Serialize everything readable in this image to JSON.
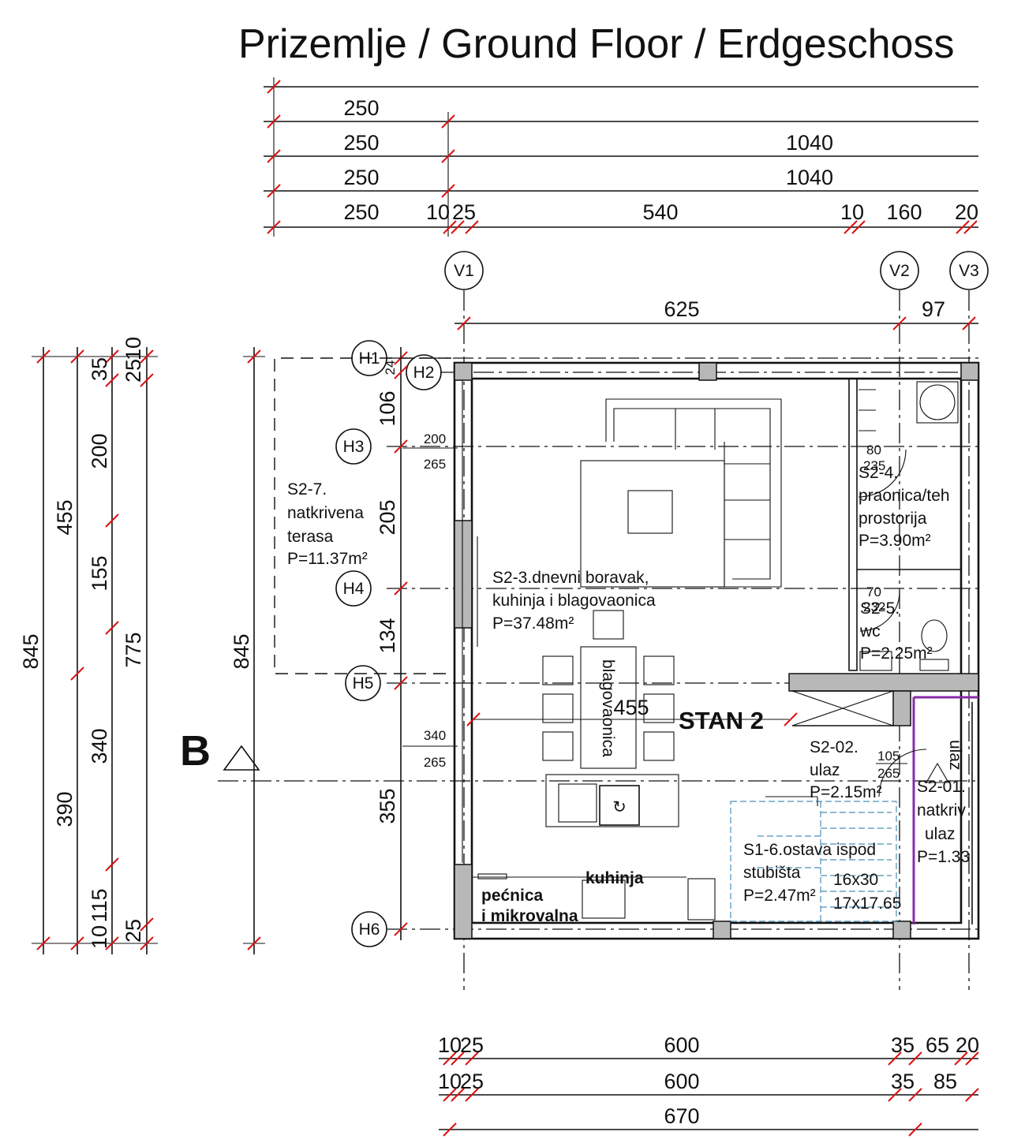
{
  "title": "Prizemlje / Ground Floor / Erdgeschoss",
  "top_dimensions": {
    "row1": [
      "250"
    ],
    "row2": [
      "250",
      "1040"
    ],
    "row3": [
      "250",
      "1040"
    ],
    "row4": [
      "250",
      "10",
      "25",
      "540",
      "10",
      "160",
      "20"
    ]
  },
  "axes": {
    "vertical": [
      "V1",
      "V2",
      "V3"
    ],
    "horizontal": [
      "H1",
      "H2",
      "H3",
      "H4",
      "H5",
      "H6"
    ],
    "v_dims": [
      "625",
      "97"
    ]
  },
  "left_dimensions": {
    "outer": [
      "845"
    ],
    "col2": [
      "455",
      "390"
    ],
    "col3": [
      "35",
      "200",
      "155",
      "340",
      "115",
      "10"
    ],
    "col4": [
      "10",
      "25",
      "775",
      "25"
    ],
    "col5": [
      "845"
    ],
    "inner": [
      "24",
      "106",
      "200",
      "265",
      "205",
      "134",
      "340",
      "265",
      "355"
    ]
  },
  "section_marker": "B",
  "rooms": {
    "terrace": [
      "S2-7.",
      "natkrivena",
      "terasa",
      "P=11.37m²"
    ],
    "living": [
      "S2-3.dnevni boravak,",
      "kuhinja i blagovaonica",
      "P=37.48m²"
    ],
    "laundry": [
      "S2-4.",
      "praonica/teh",
      "prostorija",
      "P=3.90m²"
    ],
    "laundry_dims": [
      "80",
      "235"
    ],
    "wc": [
      "S2-5.",
      "wc",
      "P=2.25m²"
    ],
    "wc_dims": [
      "70",
      "232"
    ],
    "entrance": [
      "S2-02.",
      "ulaz",
      "P=2.15m²"
    ],
    "entrance_dims": [
      "105",
      "265"
    ],
    "covered_entrance": [
      "S2-01.",
      "natkriv",
      "ulaz",
      "P=1.33"
    ],
    "ulaz_vertical": "ulaz",
    "storage": [
      "S1-6.ostava ispod",
      "stubišta",
      "P=2.47m²"
    ],
    "stair_dims": [
      "16x30",
      "17x17.65"
    ],
    "kitchen_label": "kuhinja",
    "oven_label": [
      "pećnica",
      "i mikrovalna"
    ],
    "dining_label": "blagovaonica",
    "dining_dim": "455",
    "unit": "STAN 2"
  },
  "bottom_dimensions": {
    "row1": [
      "10",
      "25",
      "600",
      "35",
      "65",
      "20"
    ],
    "row2": [
      "10",
      "25",
      "600",
      "35",
      "85"
    ],
    "row3": [
      "670"
    ]
  },
  "colors": {
    "line": "#111111",
    "tick": "#dd1111",
    "stair": "#4a90b8",
    "entry_wall": "#8a2ba8",
    "column_fill": "#b8b8b8"
  }
}
